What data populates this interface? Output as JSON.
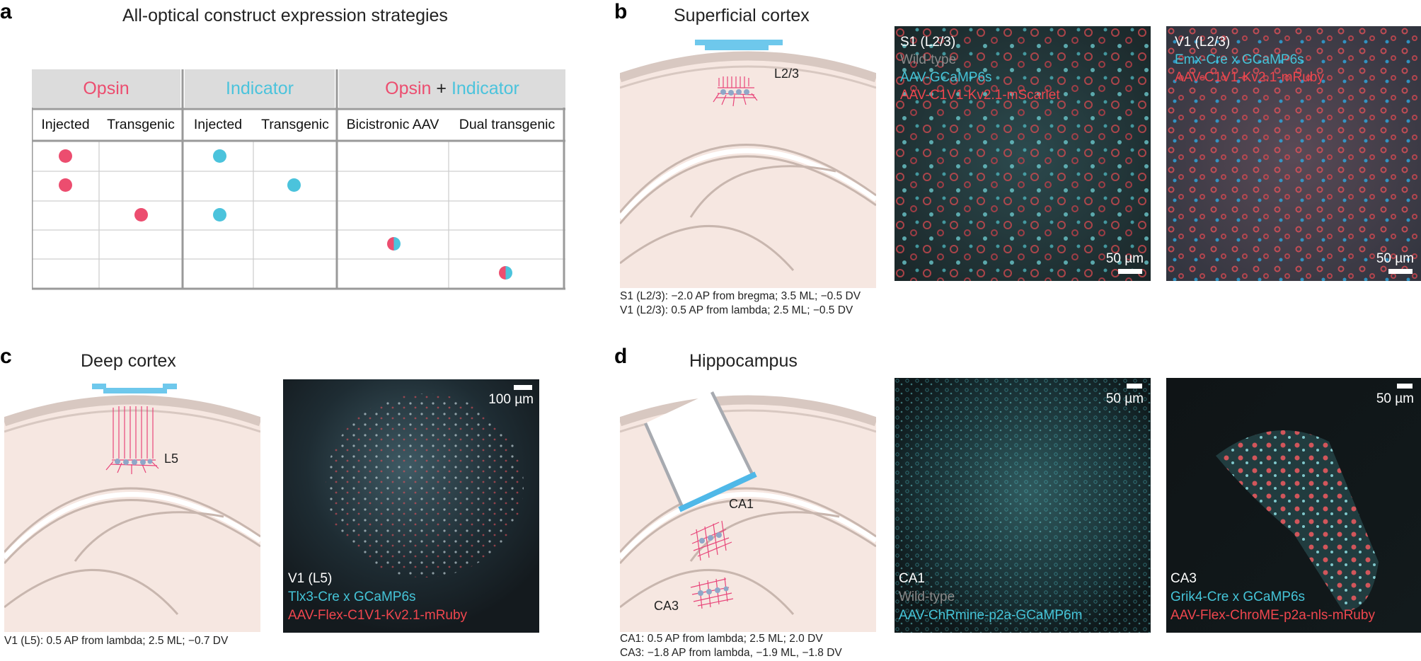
{
  "panel_a": {
    "letter": "a",
    "title": "All-optical construct expression strategies",
    "groups": [
      {
        "label_parts": [
          {
            "text": "Opsin",
            "color": "#ec4d6f"
          }
        ]
      },
      {
        "label_parts": [
          {
            "text": "Indicator",
            "color": "#4bc3dc"
          }
        ]
      },
      {
        "label_parts": [
          {
            "text": "Opsin",
            "color": "#ec4d6f"
          },
          {
            "text": " + ",
            "color": "#222222"
          },
          {
            "text": "Indicator",
            "color": "#4bc3dc"
          }
        ]
      }
    ],
    "columns": [
      "Injected",
      "Transgenic",
      "Injected",
      "Transgenic",
      "Bicistronic AAV",
      "Dual transgenic"
    ],
    "rows": [
      {
        "opsin": "injected",
        "indicator": "injected"
      },
      {
        "opsin": "injected",
        "indicator": "transgenic"
      },
      {
        "opsin": "transgenic",
        "indicator": "injected"
      },
      {
        "combined": "bicistronic"
      },
      {
        "combined": "dual transgenic"
      }
    ],
    "colors": {
      "opsin": "#ec4d6f",
      "indicator": "#4bc3dc"
    }
  },
  "panel_b": {
    "letter": "b",
    "title": "Superficial cortex",
    "layer_label": "L2/3",
    "coords": [
      "S1 (L2/3): −2.0 AP from bregma; 3.5 ML; −0.5 DV",
      "V1 (L2/3): 0.5 AP from lambda; 2.5 ML; −0.5 DV"
    ],
    "image1": {
      "lines": [
        "S1 (L2/3)",
        "Wild-type",
        "AAV-GCaMP6s",
        "AAV-C1V1-Kv2.1-mScarlet"
      ],
      "scale": "50 µm"
    },
    "image2": {
      "lines": [
        "V1 (L2/3)",
        "Emx-Cre x GCaMP6s",
        "AAV-C1V1-Kv2.1-mRuby"
      ],
      "scale": "50 µm"
    }
  },
  "panel_c": {
    "letter": "c",
    "title": "Deep cortex",
    "layer_label": "L5",
    "coords": [
      "V1 (L5): 0.5 AP from lambda; 2.5 ML; −0.7 DV"
    ],
    "image1": {
      "lines": [
        "V1 (L5)",
        "Tlx3-Cre x GCaMP6s",
        "AAV-Flex-C1V1-Kv2.1-mRuby"
      ],
      "scale": "100 µm"
    }
  },
  "panel_d": {
    "letter": "d",
    "title": "Hippocampus",
    "labels": [
      "CA1",
      "CA3"
    ],
    "coords": [
      "CA1: 0.5 AP from lambda; 2.5 ML; 2.0 DV",
      "CA3: −1.8 AP from lambda, −1.9 ML, −1.8 DV"
    ],
    "image1": {
      "lines": [
        "CA1",
        "Wild-type",
        "AAV-ChRmine-p2a-GCaMP6m"
      ],
      "scale": "50 µm"
    },
    "image2": {
      "lines": [
        "CA3",
        "Grik4-Cre x GCaMP6s",
        "AAV-Flex-ChroME-p2a-nls-mRuby"
      ],
      "scale": "50 µm"
    }
  },
  "label_colors": {
    "white": "#ffffff",
    "gray": "#8a8a8a",
    "cyan": "#45c4d8",
    "red": "#f0464e"
  }
}
